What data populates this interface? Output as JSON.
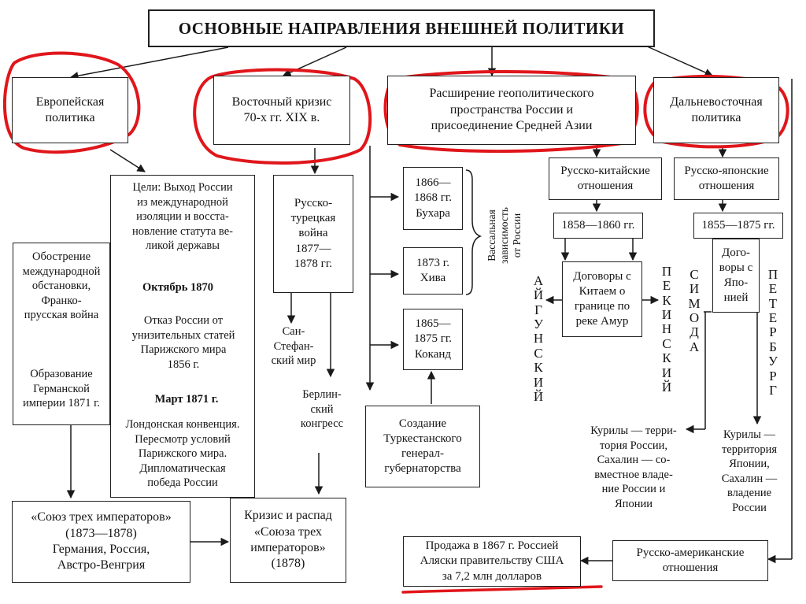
{
  "title": "ОСНОВНЫЕ НАПРАВЛЕНИЯ ВНЕШНЕЙ ПОЛИТИКИ",
  "categories": {
    "european": "Европейская\nполитика",
    "eastern_crisis": "Восточный кризис\n70-х гг. XIX в.",
    "expansion": "Расширение геополитического\nпространства России и\nприсоединение Средней Азии",
    "far_east": "Дальневосточная\nполитика"
  },
  "european": {
    "goals": "Цели: Выход России\nиз международной\nизоляции и восста-\nновление статута ве-\nликой державы",
    "aggravation": "Обострение\nмеждународной\nобстановки,\nФранко-\nпрусская война",
    "october_date": "Октябрь 1870",
    "refusal": "Отказ России от\nунизительных статей\nПарижского мира\n1856 г.",
    "germany_formed": "Образование\nГерманской\nимперии 1871 г.",
    "march_date": "Март 1871 г.",
    "london": "Лондонская конвенция.\nПересмотр условий\nПарижского мира.\nДипломатическая\nпобеда России",
    "union": "«Союз трех императоров»\n(1873—1878)\nГермания, Россия,\nАвстро-Венгрия"
  },
  "eastern": {
    "war": "Русско-\nтурецкая\nвойна\n1877—\n1878 гг.",
    "san_stefano": "Сан-\nСтефан-\nский мир",
    "berlin": "Берлин-\nский\nконгресс",
    "crisis": "Кризис и распад\n«Союза трех\nимператоров»\n(1878)"
  },
  "central_asia": {
    "bukhara": "1866—\n1868 гг.\nБухара",
    "khiva": "1873 г.\nХива",
    "kokand": "1865—\n1875 гг.\nКоканд",
    "vassal": "Вассальная\nзависимость\nот России",
    "turkestan": "Создание\nТуркестанского\nгенерал-\nгубернаторства"
  },
  "far_east": {
    "china_rel": "Русско-китайские\nотношения",
    "china_years": "1858—1860 гг.",
    "china_treaties": "Договоры с\nКитаем о\nгранице по\nреке Амур",
    "aigun": "АЙГУНСКИЙ",
    "peking": "ПЕКИНСКИЙ",
    "japan_rel": "Русско-японские\nотношения",
    "japan_years": "1855—1875 гг.",
    "japan_treaties": "Дого-\nворы с\nЯпо-\nнией",
    "shimoda": "СИМОДА",
    "petersburg": "ПЕТЕРБУРГ",
    "kuril_1": "Курилы — терри-\nтория России,\nСахалин — со-\nвместное владе-\nние России и\nЯпонии",
    "kuril_2": "Курилы —\nтерритория\nЯпонии,\nСахалин —\nвладение\nРоссии",
    "us_rel": "Русско-американские\nотношения",
    "alaska": "Продажа в 1867 г. Россией\nАляски правительству США\nза 7,2 млн долларов"
  },
  "colors": {
    "ink": "#141414",
    "highlight": "#e0161b"
  }
}
